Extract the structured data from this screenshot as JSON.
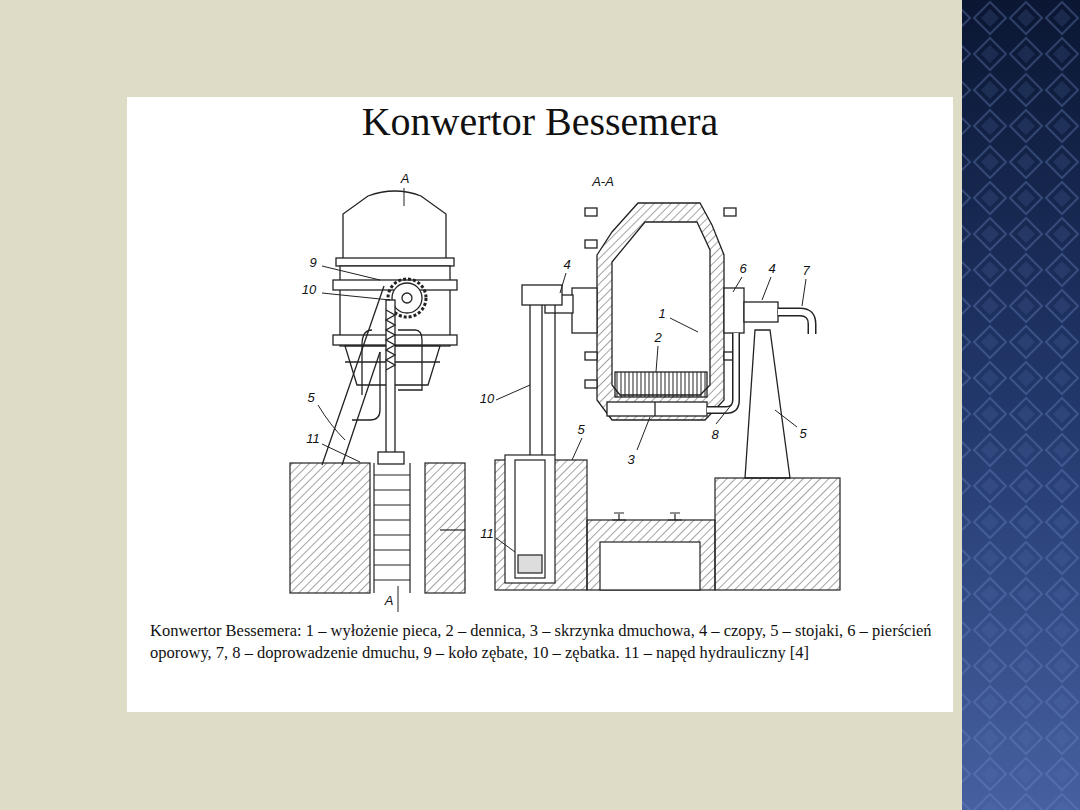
{
  "diagram": {
    "title": "Konwertor Bessemera",
    "caption": "Konwertor Bessemera: 1 – wyłożenie pieca, 2 – dennica, 3 – skrzynka dmuchowa, 4 – czopy, 5 – stojaki, 6 – pierścień oporowy, 7, 8 – doprowadzenie dmuchu, 9 – koło zębate, 10 – zębatka. 11 – napęd hydrauliczny [4]",
    "labels": [
      "A",
      "9",
      "10",
      "5",
      "11",
      "A",
      "A-A",
      "4",
      "1",
      "2",
      "3",
      "10",
      "5",
      "11",
      "6",
      "4",
      "7",
      "8",
      "5"
    ]
  }
}
